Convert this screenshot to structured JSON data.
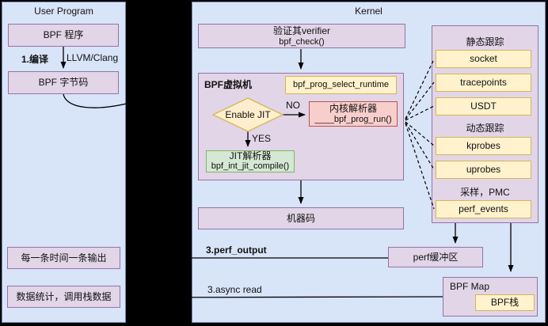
{
  "colors": {
    "background": "#000000",
    "panel_fill": "#d8e4f8",
    "panel_border": "#7585ad",
    "purple_fill": "#e1d5e7",
    "purple_border": "#9673a6",
    "yellow_fill": "#fff2cc",
    "yellow_border": "#d6b656",
    "red_fill": "#f8cecc",
    "red_border": "#b85450",
    "green_fill": "#d5e8d4",
    "green_border": "#82b366"
  },
  "user_panel": {
    "title": "User Program",
    "bpf_program": "BPF 程序",
    "compile_step": "1.编译",
    "compiler": "LLVM/Clang",
    "bpf_bytecode": "BPF 字节码",
    "per_event_output": "每一条时间一条输出",
    "stats_output": "数据统计，调用栈数据"
  },
  "kernel": {
    "title": "Kernel",
    "verifier": {
      "line1": "验证其verifier",
      "line2": "bpf_check()"
    },
    "vm": {
      "label": "BPF虚拟机",
      "select_runtime": "bpf_prog_select_runtime",
      "decision": "Enable JIT",
      "no": "NO",
      "yes": "YES",
      "interpreter": {
        "line1": "内核解析器",
        "line2": "____bpf_prog_run()"
      },
      "jit": {
        "line1": "JIT解析器",
        "line2": "bpf_int_jit_compile()"
      }
    },
    "machine_code": "机器码",
    "tracing": {
      "static_title": "静态跟踪",
      "static_items": [
        "socket",
        "tracepoints",
        "USDT"
      ],
      "dynamic_title": "动态跟踪",
      "dynamic_items": [
        "kprobes",
        "uprobes"
      ],
      "sampling_title": "采样，PMC",
      "sampling_items": [
        "perf_events"
      ]
    },
    "perf_buffer": "perf缓冲区",
    "bpf_map": "BPF Map",
    "bpf_stack": "BPF栈",
    "perf_output_step": "3.perf_output",
    "async_read_step": "3.async read"
  }
}
